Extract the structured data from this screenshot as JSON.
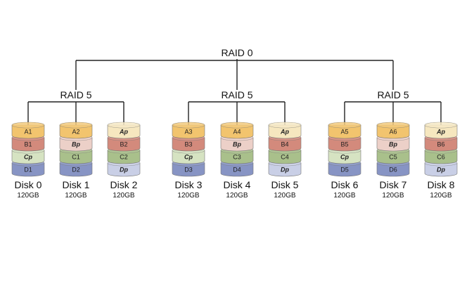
{
  "top": {
    "label": "RAID 0"
  },
  "groups": [
    {
      "label": "RAID 5",
      "disks": [
        {
          "name": "Disk 0",
          "size": "120GB",
          "segments": [
            "A1",
            "B1",
            "Cp",
            "D1"
          ]
        },
        {
          "name": "Disk 1",
          "size": "120GB",
          "segments": [
            "A2",
            "Bp",
            "C1",
            "D2"
          ]
        },
        {
          "name": "Disk 2",
          "size": "120GB",
          "segments": [
            "Ap",
            "B2",
            "C2",
            "Dp"
          ]
        }
      ]
    },
    {
      "label": "RAID 5",
      "disks": [
        {
          "name": "Disk 3",
          "size": "120GB",
          "segments": [
            "A3",
            "B3",
            "Cp",
            "D3"
          ]
        },
        {
          "name": "Disk 4",
          "size": "120GB",
          "segments": [
            "A4",
            "Bp",
            "C3",
            "D4"
          ]
        },
        {
          "name": "Disk 5",
          "size": "120GB",
          "segments": [
            "Ap",
            "B4",
            "C4",
            "Dp"
          ]
        }
      ]
    },
    {
      "label": "RAID 5",
      "disks": [
        {
          "name": "Disk 6",
          "size": "120GB",
          "segments": [
            "A5",
            "B5",
            "Cp",
            "D5"
          ]
        },
        {
          "name": "Disk 7",
          "size": "120GB",
          "segments": [
            "A6",
            "Bp",
            "C5",
            "D6"
          ]
        },
        {
          "name": "Disk 8",
          "size": "120GB",
          "segments": [
            "Ap",
            "B6",
            "C6",
            "Dp"
          ]
        }
      ]
    }
  ],
  "colors": {
    "A": "#f2c46e",
    "A_parity": "#f6e7bf",
    "B": "#d38a7c",
    "B_parity": "#ecd0c8",
    "C": "#a9c08b",
    "C_parity": "#d6e3c2",
    "D": "#8794c4",
    "D_parity": "#c9cfe6",
    "outline": "#777777"
  }
}
